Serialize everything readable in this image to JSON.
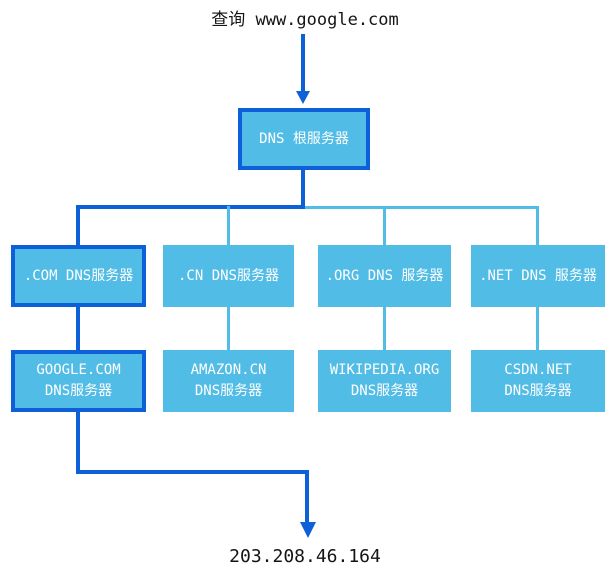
{
  "diagram": {
    "title": "查询 www.google.com",
    "result_ip": "203.208.46.164",
    "colors": {
      "highlight_blue": "#0d60d8",
      "node_fill_blue": "#51bce5",
      "node_text": "#ffffff",
      "label_text": "#141414"
    },
    "root": {
      "label": "DNS 根服务器",
      "highlighted": true
    },
    "tld_nodes": [
      {
        "label": ".COM DNS服务器",
        "highlighted": true
      },
      {
        "label": ".CN DNS服务器",
        "highlighted": false
      },
      {
        "label": ".ORG DNS 服务器",
        "highlighted": false
      },
      {
        "label": ".NET DNS 服务器",
        "highlighted": false
      }
    ],
    "authority_nodes": [
      {
        "line1": "GOOGLE.COM",
        "line2": "DNS服务器",
        "highlighted": true
      },
      {
        "line1": "AMAZON.CN",
        "line2": "DNS服务器",
        "highlighted": false
      },
      {
        "line1": "WIKIPEDIA.ORG",
        "line2": "DNS服务器",
        "highlighted": false
      },
      {
        "line1": "CSDN.NET",
        "line2": "DNS服务器",
        "highlighted": false
      }
    ]
  }
}
